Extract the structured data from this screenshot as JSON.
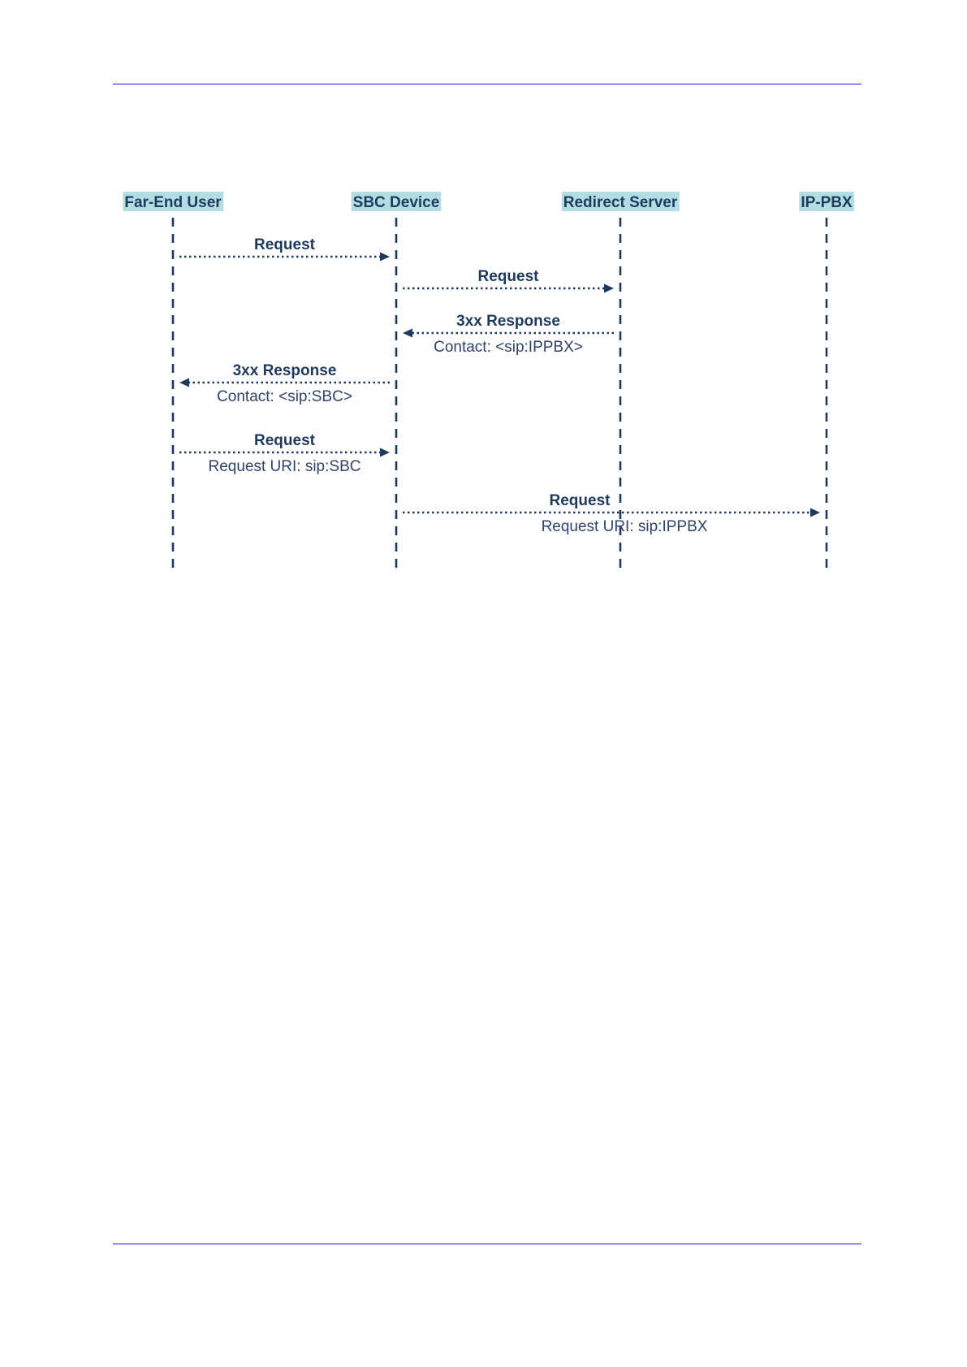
{
  "participants": [
    {
      "id": "far-end-user",
      "label": "Far-End User"
    },
    {
      "id": "sbc-device",
      "label": "SBC Device"
    },
    {
      "id": "redirect-server",
      "label": "Redirect Server"
    },
    {
      "id": "ip-pbx",
      "label": "IP-PBX"
    }
  ],
  "messages": [
    {
      "from": 0,
      "to": 1,
      "label": "Request",
      "sub": ""
    },
    {
      "from": 1,
      "to": 2,
      "label": "Request",
      "sub": ""
    },
    {
      "from": 2,
      "to": 1,
      "label": "3xx Response",
      "sub": "Contact: <sip:IPPBX>"
    },
    {
      "from": 1,
      "to": 0,
      "label": "3xx Response",
      "sub": "Contact: <sip:SBC>"
    },
    {
      "from": 0,
      "to": 1,
      "label": "Request",
      "sub": "Request URI:  sip:SBC"
    },
    {
      "from": 1,
      "to": 3,
      "label": "Request",
      "sub": "Request URI:  sip:IPPBX"
    }
  ],
  "colors": {
    "header_rule": "#1a1ad8",
    "participant_bg": "#b3dde3",
    "line": "#1e3a5c"
  }
}
